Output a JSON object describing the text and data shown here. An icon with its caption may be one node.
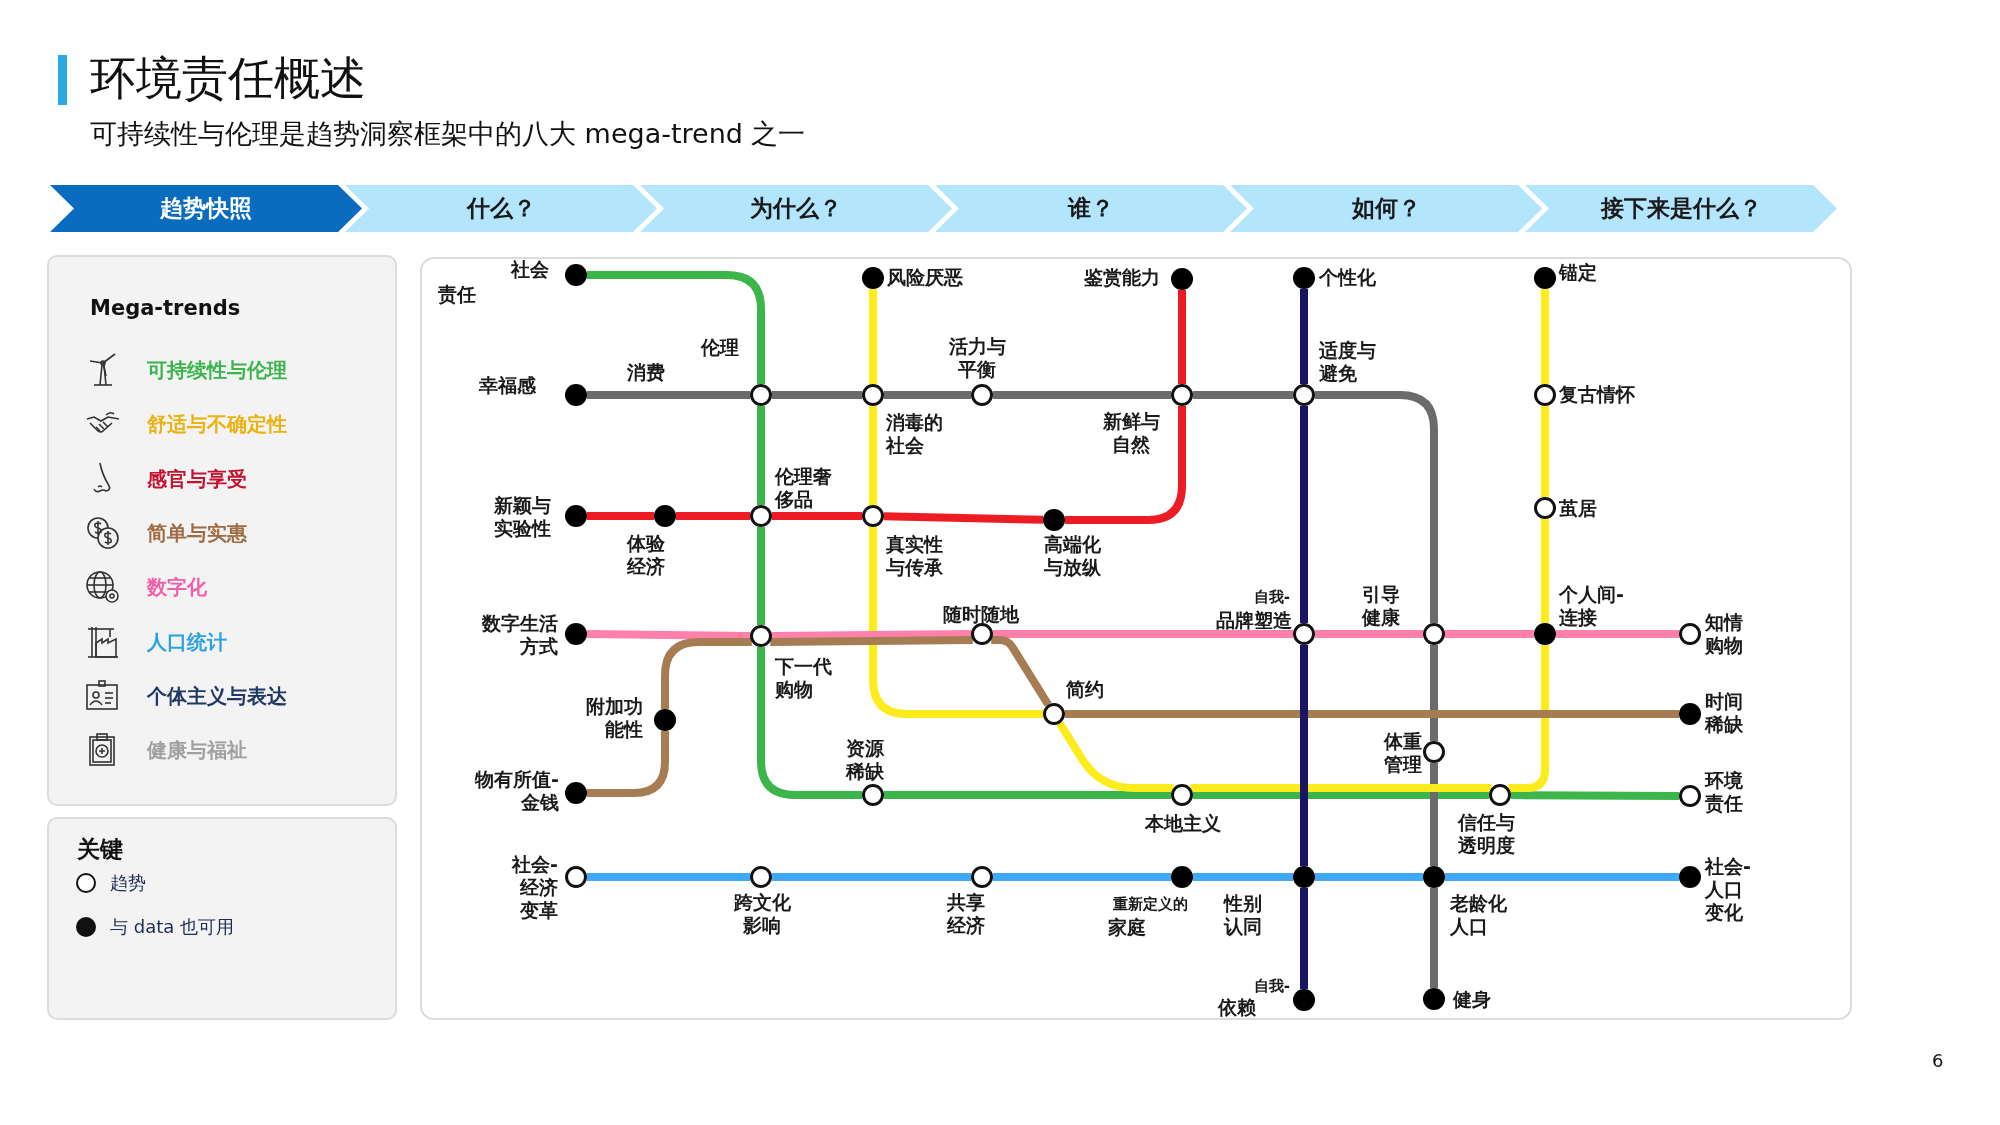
{
  "diagram": {
    "title": "环境责任概述",
    "caption": "可持续性与伦理是趋势洞察框架中的八大 mega-trend 之一",
    "nodes": [
      {
        "text": [
          "趋势快照"
        ]
      },
      {
        "text": [
          "什么？"
        ]
      },
      {
        "text": [
          "为什么？"
        ]
      },
      {
        "text": [
          "谁？"
        ]
      },
      {
        "text": [
          "如何？"
        ]
      },
      {
        "text": [
          "接下来是什么？"
        ]
      },
      {
        "text": [],
        "shape": "dot",
        "beside": [
          "社会",
          "责任"
        ]
      },
      {
        "text": [],
        "shape": "dot",
        "beside": [
          "幸福感"
        ]
      },
      {
        "text": [],
        "shape": "circle",
        "beside": [
          "伦理",
          "消费"
        ]
      },
      {
        "text": [],
        "shape": "circle",
        "beside": [
          "消毒的社会"
        ]
      },
      {
        "text": [],
        "shape": "circle",
        "beside": [
          "活力与平衡"
        ]
      },
      {
        "text": [],
        "shape": "circle",
        "beside": [
          "新鲜与自然"
        ]
      },
      {
        "text": [],
        "shape": "circle",
        "beside": [
          "适度与避免"
        ]
      },
      {
        "text": [],
        "shape": "dot",
        "beside": [
          "风险厌恶"
        ]
      },
      {
        "text": [],
        "shape": "dot",
        "beside": [
          "鉴赏能力"
        ]
      },
      {
        "text": [],
        "shape": "dot",
        "beside": [
          "个性化"
        ]
      },
      {
        "text": [],
        "shape": "dot",
        "beside": [
          "锚定"
        ]
      },
      {
        "text": [],
        "shape": "circle",
        "beside": [
          "复古情怀"
        ]
      },
      {
        "text": [],
        "shape": "circle",
        "beside": [
          "茧居"
        ]
      },
      {
        "text": [],
        "shape": "dot",
        "beside": [
          "新颖与实验性"
        ]
      },
      {
        "text": [],
        "shape": "dot",
        "beside": [
          "体验经济"
        ]
      },
      {
        "text": [],
        "shape": "circle",
        "beside": [
          "伦理奢侈品"
        ]
      },
      {
        "text": [],
        "shape": "circle",
        "beside": [
          "真实性与传承"
        ]
      },
      {
        "text": [],
        "shape": "dot",
        "beside": [
          "高端化与放纵"
        ]
      },
      {
        "text": [],
        "shape": "dot",
        "beside": [
          "数字生活方式"
        ]
      },
      {
        "text": [],
        "shape": "circle",
        "beside": [
          "下一代购物"
        ]
      },
      {
        "text": [],
        "shape": "circle",
        "beside": [
          "随时随地"
        ]
      },
      {
        "text": [],
        "shape": "circle",
        "beside": [
          "自我-",
          "品牌塑造"
        ]
      },
      {
        "text": [],
        "shape": "circle",
        "beside": [
          "引导健康"
        ]
      },
      {
        "text": [],
        "shape": "dot",
        "beside": [
          "个人间-连接"
        ]
      },
      {
        "text": [],
        "shape": "circle",
        "beside": [
          "知情购物"
        ]
      },
      {
        "text": [],
        "shape": "dot",
        "beside": [
          "附加功能性"
        ]
      },
      {
        "text": [],
        "shape": "circle",
        "beside": [
          "简约"
        ]
      },
      {
        "text": [],
        "shape": "dot",
        "beside": [
          "时间稀缺"
        ]
      },
      {
        "text": [],
        "shape": "circle",
        "beside": [
          "体重管理"
        ]
      },
      {
        "text": [],
        "shape": "dot",
        "beside": [
          "物有所值-金钱"
        ]
      },
      {
        "text": [],
        "shape": "circle",
        "beside": [
          "资源稀缺"
        ]
      },
      {
        "text": [],
        "shape": "circle",
        "beside": [
          "本地主义"
        ]
      },
      {
        "text": [],
        "shape": "circle",
        "beside": [
          "信任与透明度"
        ]
      },
      {
        "text": [],
        "shape": "circle",
        "beside": [
          "环境责任"
        ]
      },
      {
        "text": [],
        "shape": "circle",
        "beside": [
          "社会-经济变革"
        ]
      },
      {
        "text": [],
        "shape": "circle",
        "beside": [
          "跨文化影响"
        ]
      },
      {
        "text": [],
        "shape": "circle",
        "beside": [
          "共享经济"
        ]
      },
      {
        "text": [],
        "shape": "dot",
        "beside": [
          "重新定义的",
          "家庭"
        ]
      },
      {
        "text": [],
        "shape": "dot",
        "beside": [
          "性别认同"
        ]
      },
      {
        "text": [],
        "shape": "dot",
        "beside": [
          "老龄化人口"
        ]
      },
      {
        "text": [],
        "shape": "dot",
        "beside": [
          "社会-人口变化"
        ]
      },
      {
        "text": [],
        "shape": "dot",
        "beside": [
          "自我-",
          "依赖"
        ]
      },
      {
        "text": [],
        "shape": "dot",
        "beside": [
          "健身"
        ]
      }
    ],
    "edges": [
      {
        "from": 6,
        "to": 8,
        "arrow": "none",
        "color": "#3cb54a"
      },
      {
        "from": 8,
        "to": 21,
        "arrow": "none",
        "color": "#3cb54a"
      },
      {
        "from": 21,
        "to": 25,
        "arrow": "none",
        "color": "#3cb54a"
      },
      {
        "from": 25,
        "to": 36,
        "arrow": "none",
        "color": "#3cb54a"
      },
      {
        "from": 36,
        "to": 37,
        "arrow": "none",
        "color": "#3cb54a"
      },
      {
        "from": 37,
        "to": 38,
        "arrow": "none",
        "color": "#3cb54a"
      },
      {
        "from": 38,
        "to": 39,
        "arrow": "none",
        "color": "#3cb54a"
      },
      {
        "from": 7,
        "to": 8,
        "arrow": "none",
        "color": "#6b6b6b"
      },
      {
        "from": 8,
        "to": 9,
        "arrow": "none",
        "color": "#6b6b6b"
      },
      {
        "from": 9,
        "to": 10,
        "arrow": "none",
        "color": "#6b6b6b"
      },
      {
        "from": 10,
        "to": 11,
        "arrow": "none",
        "color": "#6b6b6b"
      },
      {
        "from": 11,
        "to": 12,
        "arrow": "none",
        "color": "#6b6b6b"
      },
      {
        "from": 12,
        "to": 28,
        "arrow": "none",
        "color": "#6b6b6b"
      },
      {
        "from": 28,
        "to": 34,
        "arrow": "none",
        "color": "#6b6b6b"
      },
      {
        "from": 34,
        "to": 45,
        "arrow": "none",
        "color": "#6b6b6b"
      },
      {
        "from": 45,
        "to": 48,
        "arrow": "none",
        "color": "#6b6b6b"
      },
      {
        "from": 19,
        "to": 20,
        "arrow": "none",
        "color": "#ed1c24"
      },
      {
        "from": 20,
        "to": 21,
        "arrow": "none",
        "color": "#ed1c24"
      },
      {
        "from": 21,
        "to": 22,
        "arrow": "none",
        "color": "#ed1c24"
      },
      {
        "from": 22,
        "to": 23,
        "arrow": "none",
        "color": "#ed1c24"
      },
      {
        "from": 23,
        "to": 11,
        "arrow": "none",
        "color": "#ed1c24"
      },
      {
        "from": 11,
        "to": 14,
        "arrow": "none",
        "color": "#ed1c24"
      },
      {
        "from": 13,
        "to": 9,
        "arrow": "none",
        "color": "#fcec1c"
      },
      {
        "from": 9,
        "to": 22,
        "arrow": "none",
        "color": "#fcec1c"
      },
      {
        "from": 22,
        "to": 32,
        "arrow": "none",
        "color": "#fcec1c"
      },
      {
        "from": 32,
        "to": 37,
        "arrow": "none",
        "color": "#fcec1c"
      },
      {
        "from": 37,
        "to": 38,
        "arrow": "none",
        "color": "#fcec1c"
      },
      {
        "from": 38,
        "to": 29,
        "arrow": "none",
        "color": "#fcec1c"
      },
      {
        "from": 29,
        "to": 18,
        "arrow": "none",
        "color": "#fcec1c"
      },
      {
        "from": 18,
        "to": 17,
        "arrow": "none",
        "color": "#fcec1c"
      },
      {
        "from": 17,
        "to": 16,
        "arrow": "none",
        "color": "#fcec1c"
      },
      {
        "from": 24,
        "to": 25,
        "arrow": "none",
        "color": "#ff80aa"
      },
      {
        "from": 25,
        "to": 26,
        "arrow": "none",
        "color": "#ff80aa"
      },
      {
        "from": 26,
        "to": 27,
        "arrow": "none",
        "color": "#ff80aa"
      },
      {
        "from": 27,
        "to": 28,
        "arrow": "none",
        "color": "#ff80aa"
      },
      {
        "from": 28,
        "to": 29,
        "arrow": "none",
        "color": "#ff80aa"
      },
      {
        "from": 29,
        "to": 30,
        "arrow": "none",
        "color": "#ff80aa"
      },
      {
        "from": 35,
        "to": 31,
        "arrow": "none",
        "color": "#a67c52"
      },
      {
        "from": 31,
        "to": 25,
        "arrow": "none",
        "color": "#a67c52"
      },
      {
        "from": 25,
        "to": 26,
        "arrow": "none",
        "color": "#a67c52"
      },
      {
        "from": 26,
        "to": 32,
        "arrow": "none",
        "color": "#a67c52"
      },
      {
        "from": 32,
        "to": 33,
        "arrow": "none",
        "color": "#a67c52"
      },
      {
        "from": 40,
        "to": 41,
        "arrow": "none",
        "color": "#3fa9f5"
      },
      {
        "from": 41,
        "to": 42,
        "arrow": "none",
        "color": "#3fa9f5"
      },
      {
        "from": 42,
        "to": 43,
        "arrow": "none",
        "color": "#3fa9f5"
      },
      {
        "from": 43,
        "to": 44,
        "arrow": "none",
        "color": "#3fa9f5"
      },
      {
        "from": 44,
        "to": 45,
        "arrow": "none",
        "color": "#3fa9f5"
      },
      {
        "from": 45,
        "to": 46,
        "arrow": "none",
        "color": "#3fa9f5"
      },
      {
        "from": 15,
        "to": 12,
        "arrow": "none",
        "color": "#1b1464"
      },
      {
        "from": 12,
        "to": 27,
        "arrow": "none",
        "color": "#1b1464"
      },
      {
        "from": 27,
        "to": 44,
        "arrow": "none",
        "color": "#1b1464"
      },
      {
        "from": 44,
        "to": 47,
        "arrow": "none",
        "color": "#1b1464"
      }
    ],
    "labels": [
      "Mega-trends",
      "关键",
      "6"
    ],
    "legend": [
      {
        "text": "可持续性与伦理",
        "color": "#39b54a"
      },
      {
        "text": "舒适与不确定性",
        "color": "#ebb20f"
      },
      {
        "text": "感官与享受",
        "color": "#c4122f"
      },
      {
        "text": "简单与实惠",
        "color": "#9e6b43"
      },
      {
        "text": "数字化",
        "color": "#f062a8"
      },
      {
        "text": "人口统计",
        "color": "#29a3dd"
      },
      {
        "text": "个体主义与表达",
        "color": "#1f3864"
      },
      {
        "text": "健康与福祉",
        "color": "#a0a0a0"
      },
      {
        "text": "趋势"
      },
      {
        "text": "与 data 也可用"
      }
    ]
  }
}
